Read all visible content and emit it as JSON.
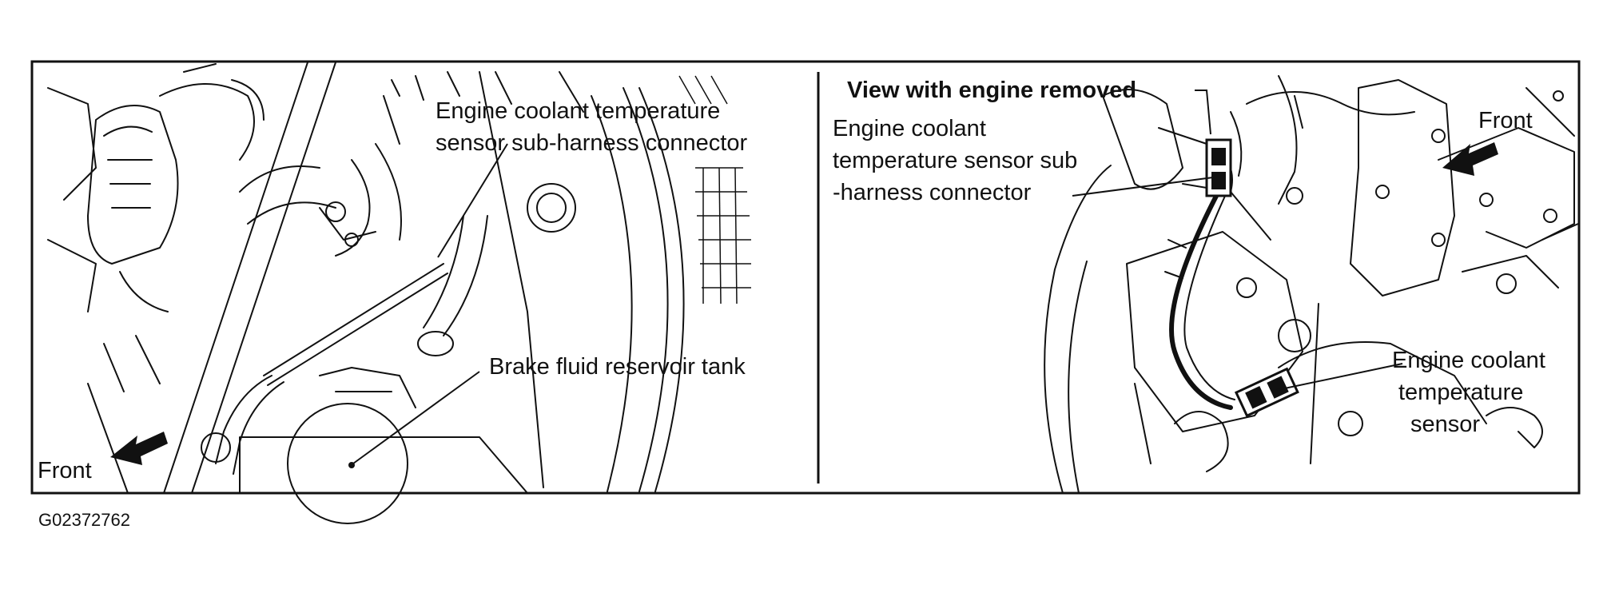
{
  "figure_code": "G02372762",
  "left_panel": {
    "callouts": {
      "sensor_connector_line1": "Engine coolant temperature",
      "sensor_connector_line2": "sensor sub-harness connector",
      "reservoir": "Brake fluid reservoir tank",
      "front": "Front"
    }
  },
  "right_panel": {
    "heading": "View with engine removed",
    "callouts": {
      "connector_line1": "Engine coolant",
      "connector_line2": "temperature sensor sub",
      "connector_line3": "-harness connector",
      "front": "Front",
      "sensor_line1": "Engine coolant",
      "sensor_line2": "temperature",
      "sensor_line3": "sensor"
    }
  }
}
